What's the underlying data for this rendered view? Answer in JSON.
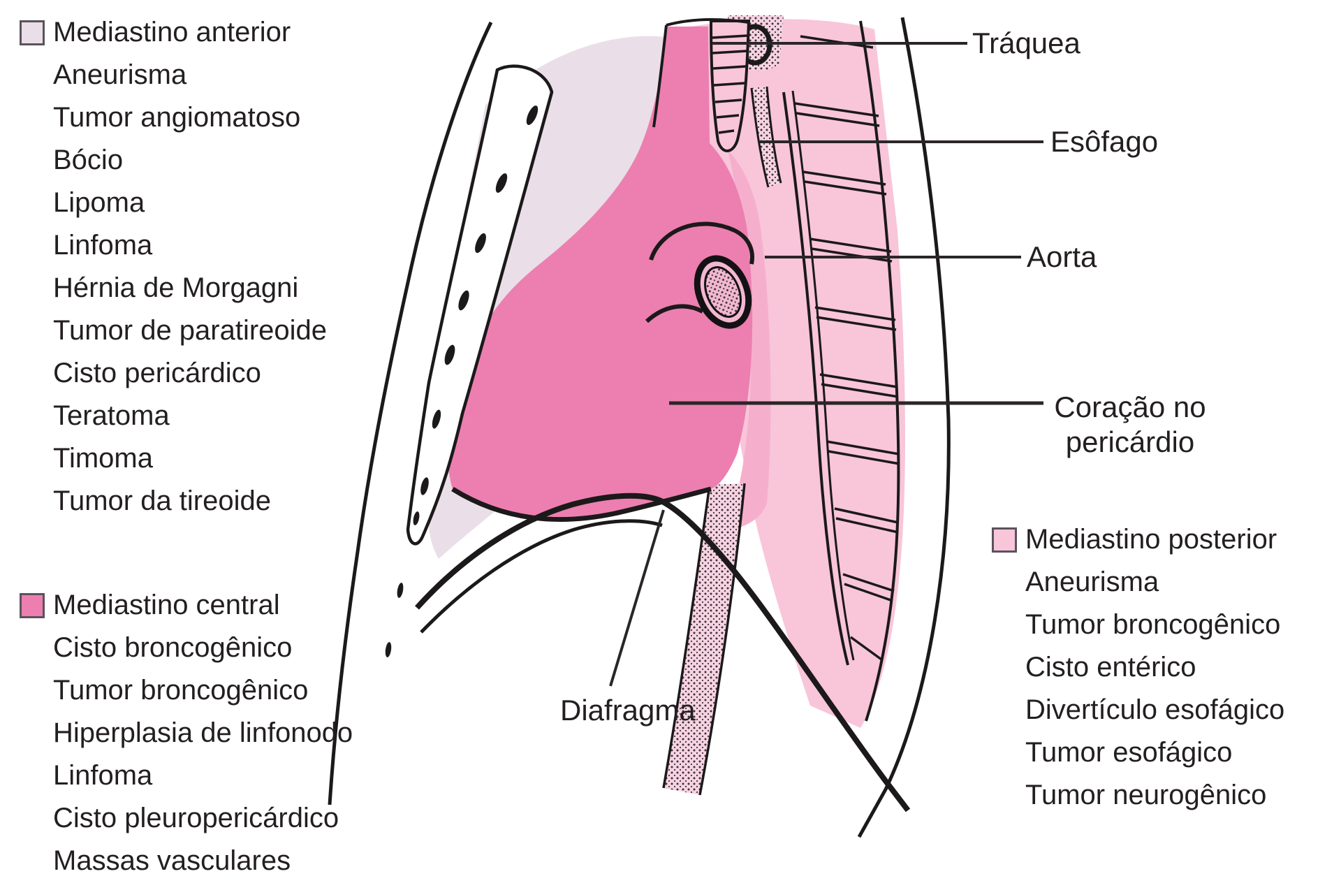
{
  "colors": {
    "anterior": "#eadfe8",
    "central": "#ec7fb0",
    "posterior": "#f8c5d9",
    "aorta_band": "#f5afcd",
    "stipple_bg": "#f7d3e2",
    "outline": "#1c191a",
    "text": "#231f20"
  },
  "legends": {
    "anterior": {
      "title": "Mediastino anterior",
      "items": [
        "Aneurisma",
        "Tumor angiomatoso",
        "Bócio",
        "Lipoma",
        "Linfoma",
        "Hérnia de Morgagni",
        "Tumor de paratireoide",
        "Cisto pericárdico",
        "Teratoma",
        "Timoma",
        "Tumor da tireoide"
      ]
    },
    "central": {
      "title": "Mediastino central",
      "items": [
        "Cisto broncogênico",
        "Tumor broncogênico",
        "Hiperplasia de linfonodo",
        "Linfoma",
        "Cisto pleuropericárdico",
        "Massas vasculares"
      ]
    },
    "posterior": {
      "title": "Mediastino posterior",
      "items": [
        "Aneurisma",
        "Tumor broncogênico",
        "Cisto entérico",
        "Divertículo esofágico",
        "Tumor esofágico",
        "Tumor neurogênico"
      ]
    }
  },
  "annotations": {
    "traquea": "Tráquea",
    "esofago": "Esôfago",
    "aorta": "Aorta",
    "coracao_line1": "Coração no",
    "coracao_line2": "pericárdio",
    "diafragma": "Diafragma"
  }
}
